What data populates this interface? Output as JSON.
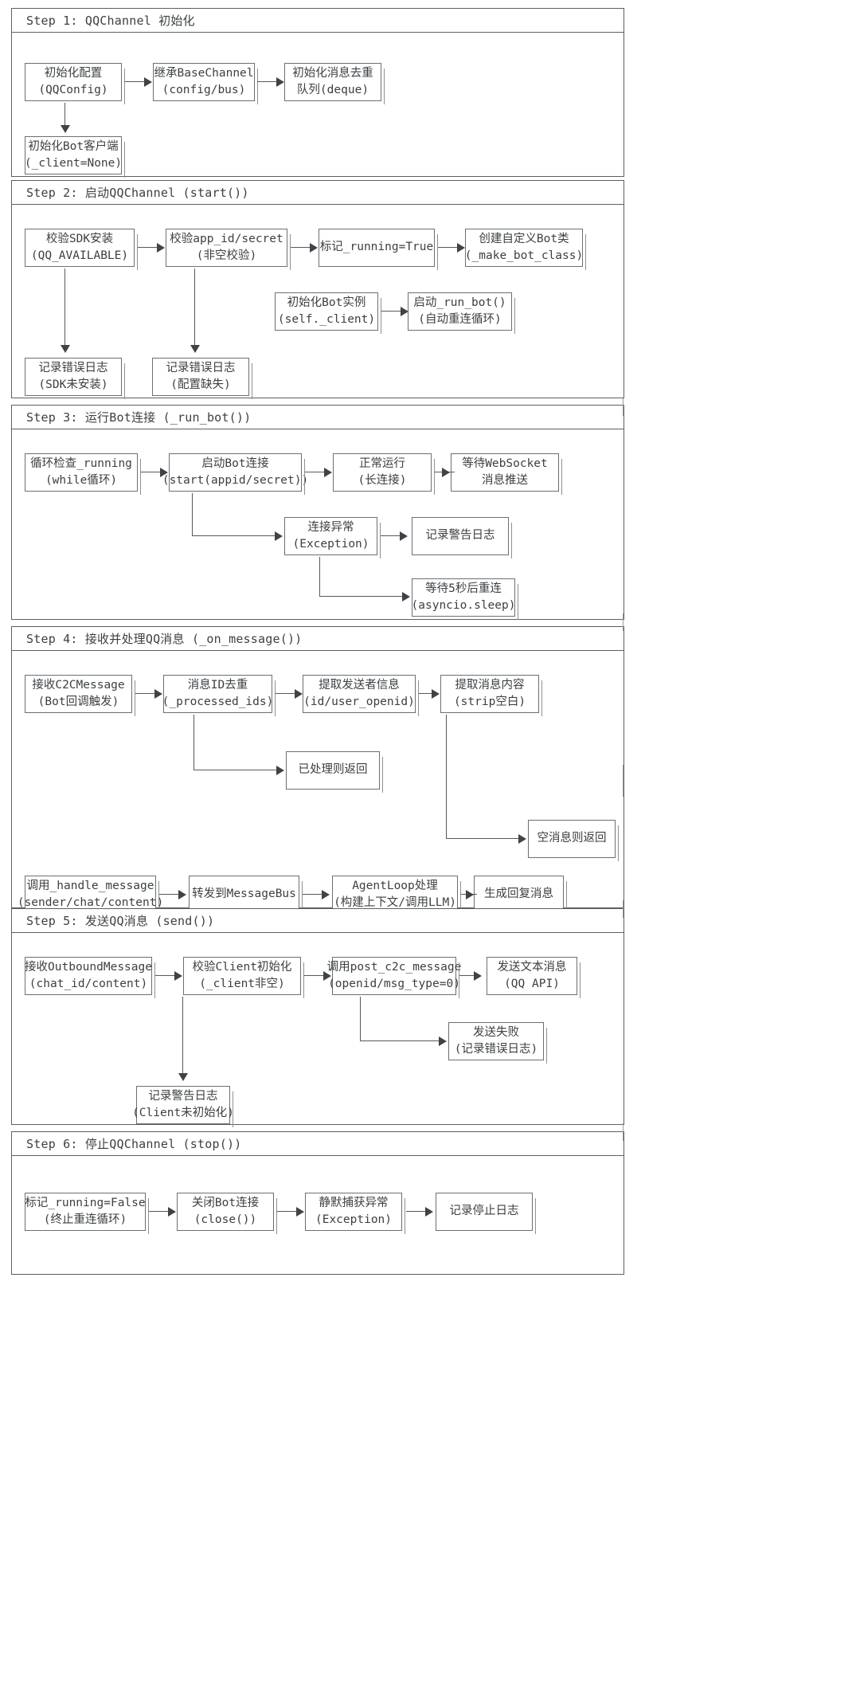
{
  "diagram": {
    "type": "flowchart",
    "title": "QQChannel 流程图",
    "steps": [
      {
        "id": "step1",
        "title": "Step 1: QQChannel 初始化",
        "nodes": [
          {
            "id": "s1n1",
            "l1": "初始化配置",
            "l2": "(QQConfig)"
          },
          {
            "id": "s1n2",
            "l1": "继承BaseChannel",
            "l2": "(config/bus)"
          },
          {
            "id": "s1n3",
            "l1": "初始化消息去重",
            "l2": "队列(deque)"
          },
          {
            "id": "s1n4",
            "l1": "初始化Bot客户端",
            "l2": "(_client=None)"
          }
        ],
        "edges": [
          {
            "from": "s1n1",
            "to": "s1n2",
            "dir": "right"
          },
          {
            "from": "s1n2",
            "to": "s1n3",
            "dir": "right"
          },
          {
            "from": "s1n1",
            "to": "s1n4",
            "dir": "down"
          }
        ]
      },
      {
        "id": "step2",
        "title": "Step 2: 启动QQChannel (start())",
        "nodes": [
          {
            "id": "s2n1",
            "l1": "校验SDK安装",
            "l2": "(QQ_AVAILABLE)"
          },
          {
            "id": "s2n2",
            "l1": "校验app_id/secret",
            "l2": "(非空校验)"
          },
          {
            "id": "s2n3",
            "l1": "标记_running=True",
            "l2": ""
          },
          {
            "id": "s2n4",
            "l1": "创建自定义Bot类",
            "l2": "(_make_bot_class)"
          },
          {
            "id": "s2n5",
            "l1": "初始化Bot实例",
            "l2": "(self._client)"
          },
          {
            "id": "s2n6",
            "l1": "启动_run_bot()",
            "l2": "(自动重连循环)"
          },
          {
            "id": "s2n7",
            "l1": "记录错误日志",
            "l2": "(SDK未安装)"
          },
          {
            "id": "s2n8",
            "l1": "记录错误日志",
            "l2": "(配置缺失)"
          }
        ],
        "edges": [
          {
            "from": "s2n1",
            "to": "s2n2",
            "dir": "right"
          },
          {
            "from": "s2n2",
            "to": "s2n3",
            "dir": "right"
          },
          {
            "from": "s2n3",
            "to": "s2n4",
            "dir": "right"
          },
          {
            "from": "s2n5",
            "to": "s2n6",
            "dir": "right"
          },
          {
            "from": "s2n1",
            "to": "s2n7",
            "dir": "down"
          },
          {
            "from": "s2n2",
            "to": "s2n8",
            "dir": "down"
          }
        ]
      },
      {
        "id": "step3",
        "title": "Step 3: 运行Bot连接 (_run_bot())",
        "nodes": [
          {
            "id": "s3n1",
            "l1": "循环检查_running",
            "l2": "(while循环)"
          },
          {
            "id": "s3n2",
            "l1": "启动Bot连接",
            "l2": "(start(appid/secret))"
          },
          {
            "id": "s3n3",
            "l1": "正常运行",
            "l2": "(长连接)"
          },
          {
            "id": "s3n4",
            "l1": "等待WebSocket",
            "l2": "消息推送"
          },
          {
            "id": "s3n5",
            "l1": "连接异常",
            "l2": "(Exception)"
          },
          {
            "id": "s3n6",
            "l1": "记录警告日志",
            "l2": ""
          },
          {
            "id": "s3n7",
            "l1": "等待5秒后重连",
            "l2": "(asyncio.sleep)"
          }
        ],
        "edges": [
          {
            "from": "s3n1",
            "to": "s3n2",
            "dir": "right"
          },
          {
            "from": "s3n2",
            "to": "s3n3",
            "dir": "right"
          },
          {
            "from": "s3n3",
            "to": "s3n4",
            "dir": "right"
          },
          {
            "from": "s3n2",
            "to": "s3n5",
            "dir": "elbow"
          },
          {
            "from": "s3n5",
            "to": "s3n6",
            "dir": "right"
          },
          {
            "from": "s3n5",
            "to": "s3n7",
            "dir": "elbow"
          }
        ]
      },
      {
        "id": "step4",
        "title": "Step 4: 接收并处理QQ消息 (_on_message())",
        "nodes": [
          {
            "id": "s4n1",
            "l1": "接收C2CMessage",
            "l2": "(Bot回调触发)"
          },
          {
            "id": "s4n2",
            "l1": "消息ID去重",
            "l2": "(_processed_ids)"
          },
          {
            "id": "s4n3",
            "l1": "提取发送者信息",
            "l2": "(id/user_openid)"
          },
          {
            "id": "s4n4",
            "l1": "提取消息内容",
            "l2": "(strip空白)"
          },
          {
            "id": "s4n5",
            "l1": "已处理则返回",
            "l2": ""
          },
          {
            "id": "s4n6",
            "l1": "空消息则返回",
            "l2": ""
          },
          {
            "id": "s4n7",
            "l1": "调用_handle_message",
            "l2": "(sender/chat/content)"
          },
          {
            "id": "s4n8",
            "l1": "转发到MessageBus",
            "l2": ""
          },
          {
            "id": "s4n9",
            "l1": "AgentLoop处理",
            "l2": "(构建上下文/调用LLM)"
          },
          {
            "id": "s4n10",
            "l1": "生成回复消息",
            "l2": ""
          }
        ],
        "edges": [
          {
            "from": "s4n1",
            "to": "s4n2",
            "dir": "right"
          },
          {
            "from": "s4n2",
            "to": "s4n3",
            "dir": "right"
          },
          {
            "from": "s4n3",
            "to": "s4n4",
            "dir": "right"
          },
          {
            "from": "s4n2",
            "to": "s4n5",
            "dir": "elbow"
          },
          {
            "from": "s4n4",
            "to": "s4n6",
            "dir": "elbow"
          },
          {
            "from": "s4n7",
            "to": "s4n8",
            "dir": "right"
          },
          {
            "from": "s4n8",
            "to": "s4n9",
            "dir": "right"
          },
          {
            "from": "s4n9",
            "to": "s4n10",
            "dir": "right"
          }
        ]
      },
      {
        "id": "step5",
        "title": "Step 5: 发送QQ消息 (send())",
        "nodes": [
          {
            "id": "s5n1",
            "l1": "接收OutboundMessage",
            "l2": "(chat_id/content)"
          },
          {
            "id": "s5n2",
            "l1": "校验Client初始化",
            "l2": "(_client非空)"
          },
          {
            "id": "s5n3",
            "l1": "调用post_c2c_message",
            "l2": "(openid/msg_type=0)"
          },
          {
            "id": "s5n4",
            "l1": "发送文本消息",
            "l2": "(QQ API)"
          },
          {
            "id": "s5n5",
            "l1": "发送失败",
            "l2": "(记录错误日志)"
          },
          {
            "id": "s5n6",
            "l1": "记录警告日志",
            "l2": "(Client未初始化)"
          }
        ],
        "edges": [
          {
            "from": "s5n1",
            "to": "s5n2",
            "dir": "right"
          },
          {
            "from": "s5n2",
            "to": "s5n3",
            "dir": "right"
          },
          {
            "from": "s5n3",
            "to": "s5n4",
            "dir": "right"
          },
          {
            "from": "s5n3",
            "to": "s5n5",
            "dir": "elbow"
          },
          {
            "from": "s5n2",
            "to": "s5n6",
            "dir": "down"
          }
        ]
      },
      {
        "id": "step6",
        "title": "Step 6: 停止QQChannel (stop())",
        "nodes": [
          {
            "id": "s6n1",
            "l1": "标记_running=False",
            "l2": "(终止重连循环)"
          },
          {
            "id": "s6n2",
            "l1": "关闭Bot连接",
            "l2": "(close())"
          },
          {
            "id": "s6n3",
            "l1": "静默捕获异常",
            "l2": "(Exception)"
          },
          {
            "id": "s6n4",
            "l1": "记录停止日志",
            "l2": ""
          }
        ],
        "edges": [
          {
            "from": "s6n1",
            "to": "s6n2",
            "dir": "right"
          },
          {
            "from": "s6n2",
            "to": "s6n3",
            "dir": "right"
          },
          {
            "from": "s6n3",
            "to": "s6n4",
            "dir": "right"
          }
        ]
      }
    ],
    "colors": {
      "node_border": "#6b6f73",
      "cluster_border": "#5c5f63",
      "text": "#3c4043",
      "edge": "#55595d",
      "background": "#ffffff"
    }
  }
}
